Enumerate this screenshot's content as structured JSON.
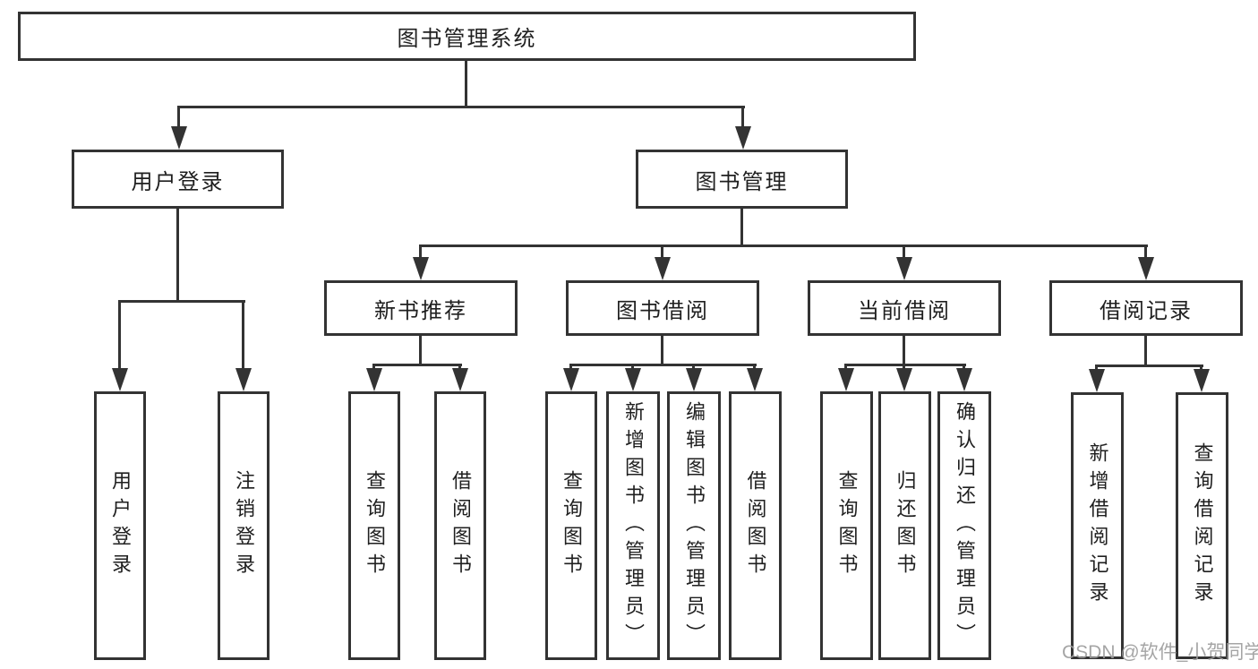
{
  "diagram": {
    "tree": {
      "label": "图书管理系统",
      "children": [
        {
          "label": "用户登录",
          "children": [
            {
              "label": "用户登录"
            },
            {
              "label": "注销登录"
            }
          ]
        },
        {
          "label": "图书管理",
          "children": [
            {
              "label": "新书推荐",
              "children": [
                {
                  "label": "查询图书"
                },
                {
                  "label": "借阅图书"
                }
              ]
            },
            {
              "label": "图书借阅",
              "children": [
                {
                  "label": "查询图书"
                },
                {
                  "label": "新增图书（管理员）"
                },
                {
                  "label": "编辑图书（管理员）"
                },
                {
                  "label": "借阅图书"
                }
              ]
            },
            {
              "label": "当前借阅",
              "children": [
                {
                  "label": "查询图书"
                },
                {
                  "label": "归还图书"
                },
                {
                  "label": "确认归还（管理员）"
                }
              ]
            },
            {
              "label": "借阅记录",
              "children": [
                {
                  "label": "新增借阅记录"
                },
                {
                  "label": "查询借阅记录"
                }
              ]
            }
          ]
        }
      ]
    }
  },
  "watermark": {
    "text": "CSDN @软件_小贺同学"
  },
  "colors": {
    "line": "#333333",
    "text": "#1f1f1f",
    "watermark": "#9c9c9c",
    "background": "#ffffff"
  }
}
